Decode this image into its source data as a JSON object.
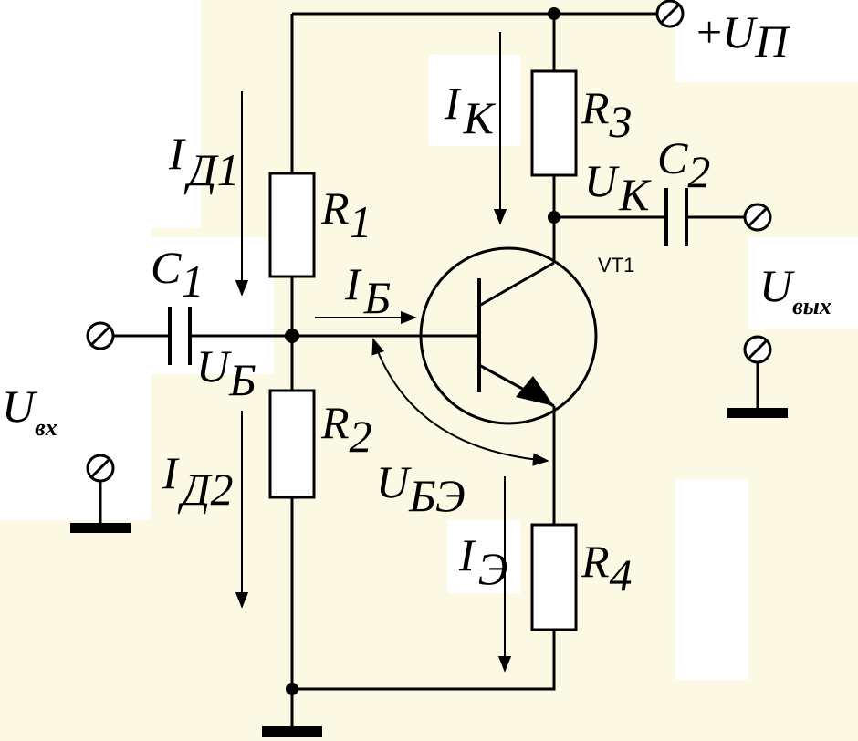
{
  "colors": {
    "background": "#fbf9e3",
    "patch": "#ffffff",
    "ink": "#000000"
  },
  "labels": {
    "supply": {
      "prefix": "+",
      "main": "U",
      "sub": "П"
    },
    "r1": {
      "main": "R",
      "sub": "1"
    },
    "r2": {
      "main": "R",
      "sub": "2"
    },
    "r3": {
      "main": "R",
      "sub": "3"
    },
    "r4": {
      "main": "R",
      "sub": "4"
    },
    "c1": {
      "main": "C",
      "sub": "1"
    },
    "c2": {
      "main": "C",
      "sub": "2"
    },
    "id1": {
      "main": "I",
      "sub": "Д1"
    },
    "id2": {
      "main": "I",
      "sub": "Д2"
    },
    "ik": {
      "main": "I",
      "sub": "К"
    },
    "ib": {
      "main": "I",
      "sub": "Б"
    },
    "ie": {
      "main": "I",
      "sub": "Э"
    },
    "ub": {
      "main": "U",
      "sub": "Б"
    },
    "uk": {
      "main": "U",
      "sub": "К"
    },
    "ube": {
      "main": "U",
      "sub": "БЭ"
    },
    "uin": {
      "main": "U",
      "sub": "вх"
    },
    "uout": {
      "main": "U",
      "sub": "вых"
    },
    "transistor": "VT1"
  }
}
